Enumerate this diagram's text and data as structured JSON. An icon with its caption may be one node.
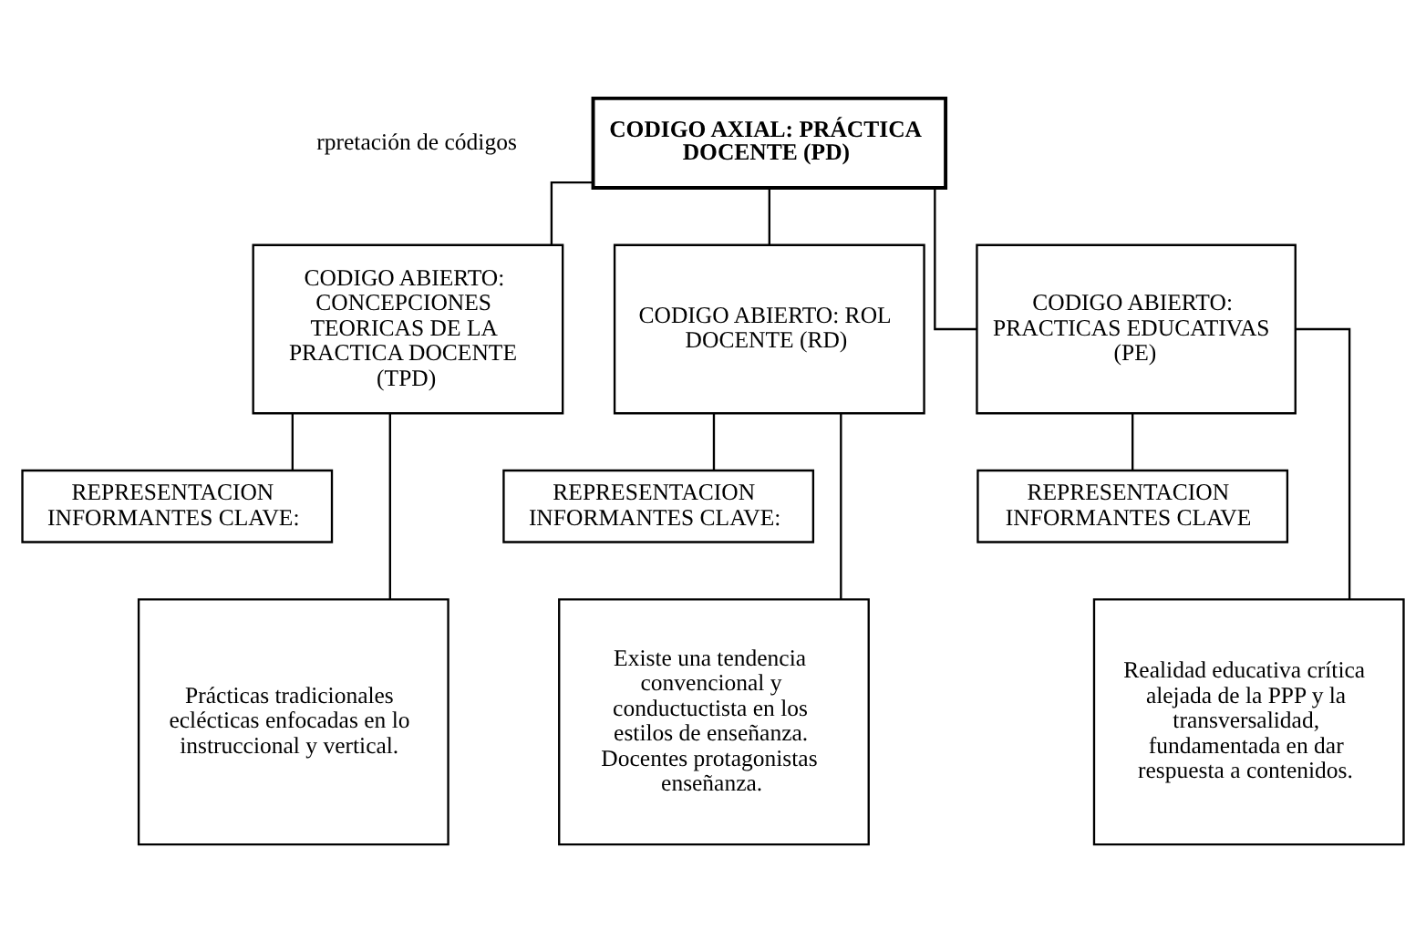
{
  "diagram": {
    "nodes": [
      {
        "text": [
          "CODIGO AXIAL: PRÁCTICA DOCENTE (PD)"
        ]
      },
      {
        "text": [
          "CODIGO ABIERTO: CONCEPCIONES TEORICAS DE LA PRACTICA DOCENTE (TPD)"
        ]
      },
      {
        "text": [
          "CODIGO ABIERTO: ROL DOCENTE (RD)"
        ]
      },
      {
        "text": [
          "CODIGO ABIERTO: PRACTICAS EDUCATIVAS (PE)"
        ]
      },
      {
        "text": [
          "REPRESENTACION INFORMANTES CLAVE:"
        ]
      },
      {
        "text": [
          "REPRESENTACION INFORMANTES CLAVE:"
        ]
      },
      {
        "text": [
          "REPRESENTACION INFORMANTES CLAVE"
        ]
      },
      {
        "text": [
          "Prácticas tradicionales eclécticas enfocadas en lo instruccional y vertical."
        ]
      },
      {
        "text": [
          "Existe una tendencia convencional y conductuctista en los estilos de enseñanza. Docentes protagonistas enseñanza."
        ]
      },
      {
        "text": [
          "Realidad educativa crítica alejada de la PPP y la transversalidad, fundamentada en dar respuesta a contenidos."
        ]
      }
    ],
    "edges": [
      {
        "from": 0,
        "to": 1,
        "arrow": "none"
      },
      {
        "from": 0,
        "to": 2,
        "arrow": "none"
      },
      {
        "from": 0,
        "to": 3,
        "arrow": "none"
      },
      {
        "from": 1,
        "to": 4,
        "arrow": "none"
      },
      {
        "from": 1,
        "to": 7,
        "arrow": "none"
      },
      {
        "from": 2,
        "to": 5,
        "arrow": "none"
      },
      {
        "from": 2,
        "to": 8,
        "arrow": "none"
      },
      {
        "from": 3,
        "to": 6,
        "arrow": "none"
      },
      {
        "from": 3,
        "to": 9,
        "arrow": "none"
      }
    ],
    "labels": [
      "rpretación de códigos"
    ]
  }
}
